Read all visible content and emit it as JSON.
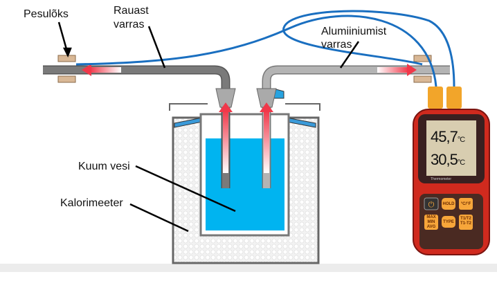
{
  "labels": {
    "clamp": "Pesulõks",
    "iron_rod_1": "Rauast",
    "iron_rod_2": "varras",
    "alu_rod_1": "Alumiiniumist",
    "alu_rod_2": "varras",
    "hot_water": "Kuum vesi",
    "calorimeter": "Kalorimeeter"
  },
  "thermometer": {
    "reading1": "45,7",
    "reading2": "30,5",
    "unit": "°C",
    "brand": "Thermometer",
    "buttons": [
      "HOLD",
      "°C/°F",
      "MAX MIN AVG",
      "TYPE",
      "T1/T2 T1-T2"
    ]
  },
  "colors": {
    "water": "#00b4f0",
    "wire": "#1a6fc0",
    "arrow": "#f0384a",
    "clamp": "#d9b896",
    "iron": "#6e6e6e",
    "aluminium": "#a8a8a8",
    "thermometer": "#d02a1e",
    "button": "#f7a63a"
  }
}
